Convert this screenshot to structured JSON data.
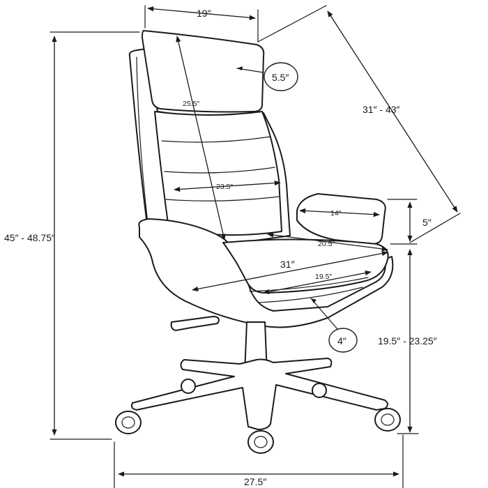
{
  "diagram": {
    "dimensions": {
      "headrest_width": "19″",
      "headrest_height": "5.5″",
      "backrest_height": "25.5″",
      "backrest_width": "23.5″",
      "overall_depth_diagonal": "31″ - 43″",
      "overall_height": "45″ - 48.75″",
      "armrest_length": "14″",
      "armrest_height": "5″",
      "seat_width": "20.5″",
      "seat_diagonal": "31″",
      "seat_depth": "19.5″",
      "seat_thickness": "4″",
      "seat_height": "19.5″ - 23.25″",
      "base_width": "27.5″"
    }
  }
}
